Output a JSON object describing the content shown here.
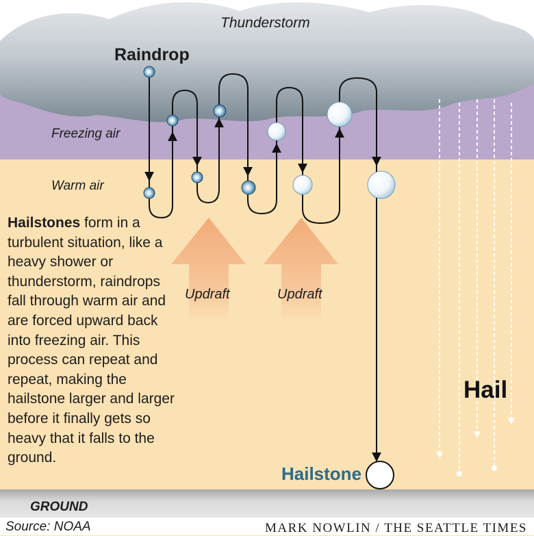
{
  "title": "Thunderstorm",
  "labels": {
    "raindrop": "Raindrop",
    "freezing_air": "Freezing air",
    "warm_air": "Warm air",
    "updraft_1": "Updraft",
    "updraft_2": "Updraft",
    "hail": "Hail",
    "hailstone": "Hailstone",
    "ground": "GROUND"
  },
  "description": {
    "lead": "Hailstones",
    "body": " form in a turbulent situation, like a heavy shower or thunderstorm, raindrops fall through warm air and are forced upward back into freezing air. This process can repeat and repeat, making the hailstone larger and larger before it finally gets so heavy that it falls to the ground."
  },
  "source": "Source: NOAA",
  "credit": "MARK NOWLIN / THE SEATTLE TIMES",
  "colors": {
    "sky_top": "#ffffff",
    "cloud_light": "#d7dce1",
    "cloud_dark": "#7d8b96",
    "freezing_air": "#b9a7cc",
    "warm_air": "#fbe2b4",
    "updraft_arrow": "#f3b37f",
    "ground": "#dcdcdc",
    "path": "#111111",
    "hailstone_label": "#2c6b8a"
  }
}
